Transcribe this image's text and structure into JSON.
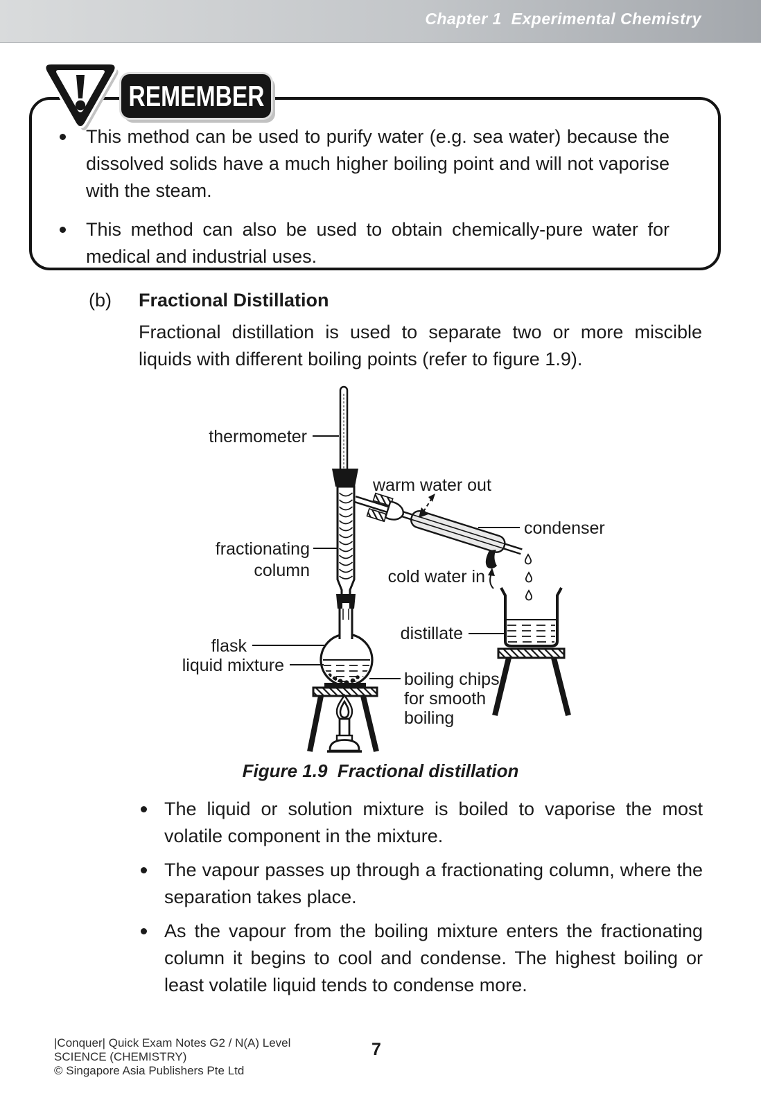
{
  "header": {
    "chapter": "Chapter 1  Experimental Chemistry"
  },
  "remember": {
    "badge": "REMEMBER",
    "bullets": [
      "This method can be used to purify water (e.g. sea water) because the dissolved solids have a much higher boiling point and will not vaporise with the steam.",
      "This method can also be used to obtain chemically-pure water for medical and industrial uses."
    ]
  },
  "section": {
    "label": "(b)",
    "title": "Fractional Distillation",
    "intro": "Fractional distillation is used to separate two or more miscible liquids with different boiling points (refer to figure 1.9)."
  },
  "figure": {
    "caption": "Figure 1.9  Fractional distillation",
    "labels": {
      "thermometer": "thermometer",
      "warm_water_out": "warm water out",
      "condenser": "condenser",
      "fractionating_1": "fractionating",
      "fractionating_2": "column",
      "cold_water_in": "cold water in",
      "distillate": "distillate",
      "flask": "flask",
      "liquid_mixture": "liquid mixture",
      "boiling_chips_1": "boiling chips",
      "boiling_chips_2": "for smooth",
      "boiling_chips_3": "boiling"
    }
  },
  "bullets": [
    "The liquid or solution mixture is boiled to vaporise the most volatile component in the mixture.",
    "The vapour passes up through a fractionating column, where the separation takes place.",
    "As the vapour from the boiling mixture enters the fractionating column it begins to cool and condense. The highest boiling or least volatile liquid tends to condense more."
  ],
  "footer": {
    "line1": "|Conquer| Quick Exam Notes G2 / N(A) Level",
    "line2": "SCIENCE (CHEMISTRY)",
    "line3": "© Singapore Asia Publishers Pte Ltd",
    "page": "7"
  },
  "colors": {
    "header_gradient_left": "#d9dbdc",
    "header_gradient_right": "#a3a7ac",
    "ink": "#1b1b1b",
    "condenser_jacket": "#e9e9e9",
    "badge_background": "#161616"
  }
}
